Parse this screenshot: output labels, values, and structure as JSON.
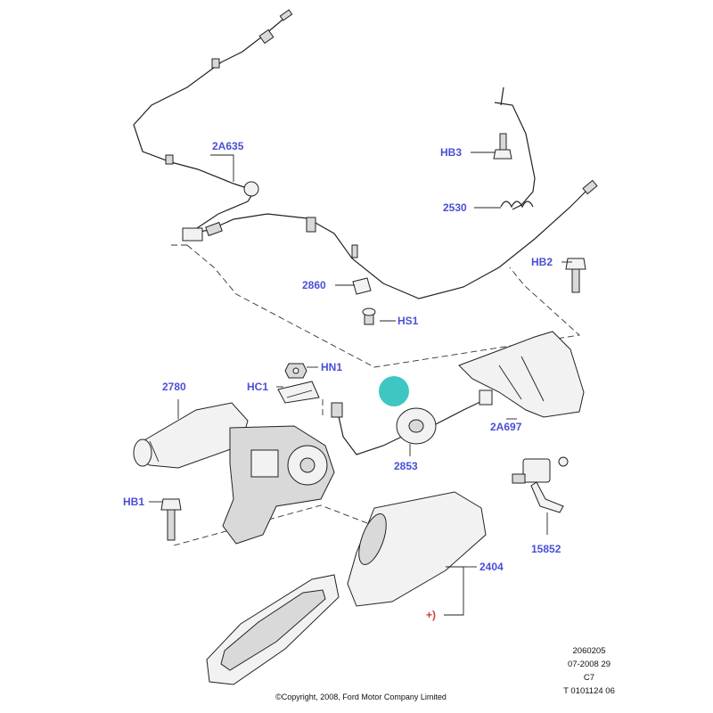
{
  "callouts": {
    "2A635": "2A635",
    "HB3": "HB3",
    "2530": "2530",
    "HB2": "HB2",
    "2860": "2860",
    "HS1": "HS1",
    "HN1": "HN1",
    "HC1": "HC1",
    "2780": "2780",
    "2A697": "2A697",
    "2853": "2853",
    "HB1": "HB1",
    "15852": "15852",
    "2404": "2404",
    "plus": "+)"
  },
  "reference": {
    "line1": "2060205",
    "line2": "07-2008 29",
    "line3": "C7",
    "line4": "T 0101124 06"
  },
  "copyright": "©Copyright, 2008, Ford Motor Company Limited",
  "colors": {
    "label": "#4a4fd6",
    "marker": "#3ec6c2",
    "line": "#222222"
  }
}
